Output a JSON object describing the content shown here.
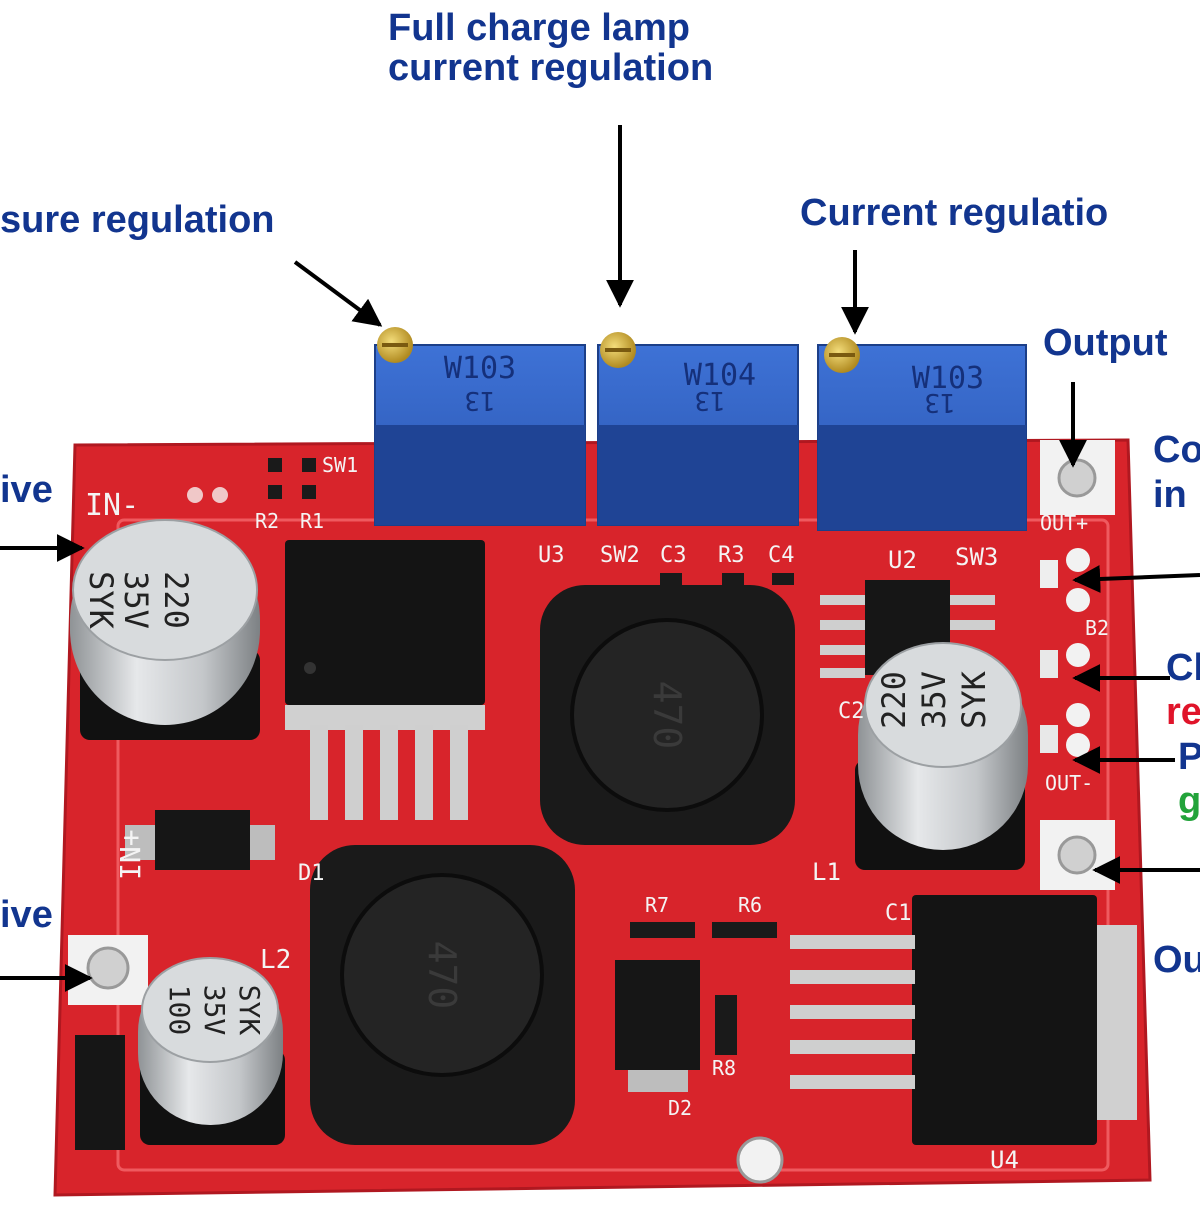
{
  "callouts": {
    "full_charge_line1": "Full charge lamp",
    "full_charge_line2": "current regulation",
    "pressure": "sure regulation",
    "current": "Current regulatio",
    "output_top": "Output",
    "co": "Co",
    "in": "in",
    "ive_upper": "ive",
    "ive_lower": "ive",
    "ch": "Ch",
    "re": "re",
    "p": "P",
    "g": "g",
    "ou": "Ou"
  },
  "colors": {
    "pcb": "#d8242b",
    "pot": "#2d5fc4",
    "label_blue": "#12358f",
    "label_red": "#e0142a",
    "label_green": "#22a33a"
  },
  "pots": [
    {
      "code": "W103",
      "sub": "13"
    },
    {
      "code": "W104",
      "sub": "13"
    },
    {
      "code": "W103",
      "sub": "13"
    }
  ],
  "capacitors": [
    {
      "value": "220",
      "voltage": "35V",
      "brand": "SYK"
    },
    {
      "value": "220",
      "voltage": "35V",
      "brand": "SYK"
    },
    {
      "value": "100",
      "voltage": "35V",
      "brand": "SYK"
    }
  ],
  "inductors": [
    {
      "marking": "470"
    },
    {
      "marking": "470"
    }
  ],
  "silkscreen": {
    "in_minus": "IN-",
    "in_plus": "IN+",
    "sw1": "SW1",
    "r2": "R2",
    "r1": "R1",
    "u3": "U3",
    "sw2": "SW2",
    "c3": "C3",
    "r3": "R3",
    "c4": "C4",
    "u2": "U2",
    "sw3": "SW3",
    "out_plus": "OUT+",
    "out_minus": "OUT-",
    "b2": "B2",
    "c2": "C2",
    "l1": "L1",
    "l2": "L2",
    "r7": "R7",
    "r6": "R6",
    "r8": "R8",
    "d2": "D2",
    "u4": "U4",
    "c1": "C1",
    "d1": "D1"
  }
}
